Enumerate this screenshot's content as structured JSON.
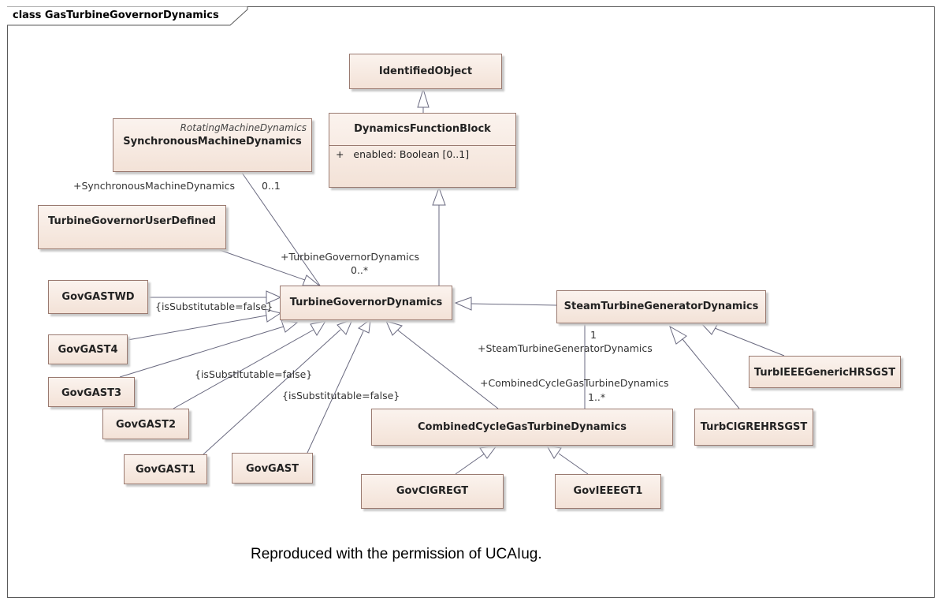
{
  "diagram": {
    "title": "class GasTurbineGovernorDynamics",
    "credit": "Reproduced with the permission of UCAIug."
  },
  "classes": {
    "identified_object": {
      "name": "IdentifiedObject"
    },
    "dynamics_function_block": {
      "name": "DynamicsFunctionBlock",
      "attribute": "+   enabled: Boolean [0..1]"
    },
    "synchronous_machine_dynamics": {
      "name": "SynchronousMachineDynamics",
      "stereotype": "RotatingMachineDynamics"
    },
    "turbine_governor_user_defined": {
      "name": "TurbineGovernorUserDefined"
    },
    "gov_gastwd": {
      "name": "GovGASTWD"
    },
    "turbine_governor_dynamics": {
      "name": "TurbineGovernorDynamics"
    },
    "steam_turbine_generator_dynamics": {
      "name": "SteamTurbineGeneratorDynamics"
    },
    "gov_gast4": {
      "name": "GovGAST4"
    },
    "gov_gast3": {
      "name": "GovGAST3"
    },
    "gov_gast2": {
      "name": "GovGAST2"
    },
    "gov_gast1": {
      "name": "GovGAST1"
    },
    "gov_gast": {
      "name": "GovGAST"
    },
    "combined_cycle": {
      "name": "CombinedCycleGasTurbineDynamics"
    },
    "gov_cigregt": {
      "name": "GovCIGREGT"
    },
    "gov_ieeegt1": {
      "name": "GovIEEEGT1"
    },
    "turb_cigre_hrsgst": {
      "name": "TurbCIGREHRSGST"
    },
    "turb_ieee_generic_hrsgst": {
      "name": "TurbIEEEGenericHRSGST"
    }
  },
  "labels": {
    "sync_role": "+SynchronousMachineDynamics",
    "sync_mult": "0..1",
    "tgd_role": "+TurbineGovernorDynamics",
    "tgd_mult": "0..*",
    "constraint_gastwd": "{isSubstitutable=false}",
    "constraint_gast2": "{isSubstitutable=false}",
    "constraint_gast": "{isSubstitutable=false}",
    "stgd_mult": "1",
    "stgd_role": "+SteamTurbineGeneratorDynamics",
    "ccgt_role": "+CombinedCycleGasTurbineDynamics",
    "ccgt_mult": "1..*"
  }
}
